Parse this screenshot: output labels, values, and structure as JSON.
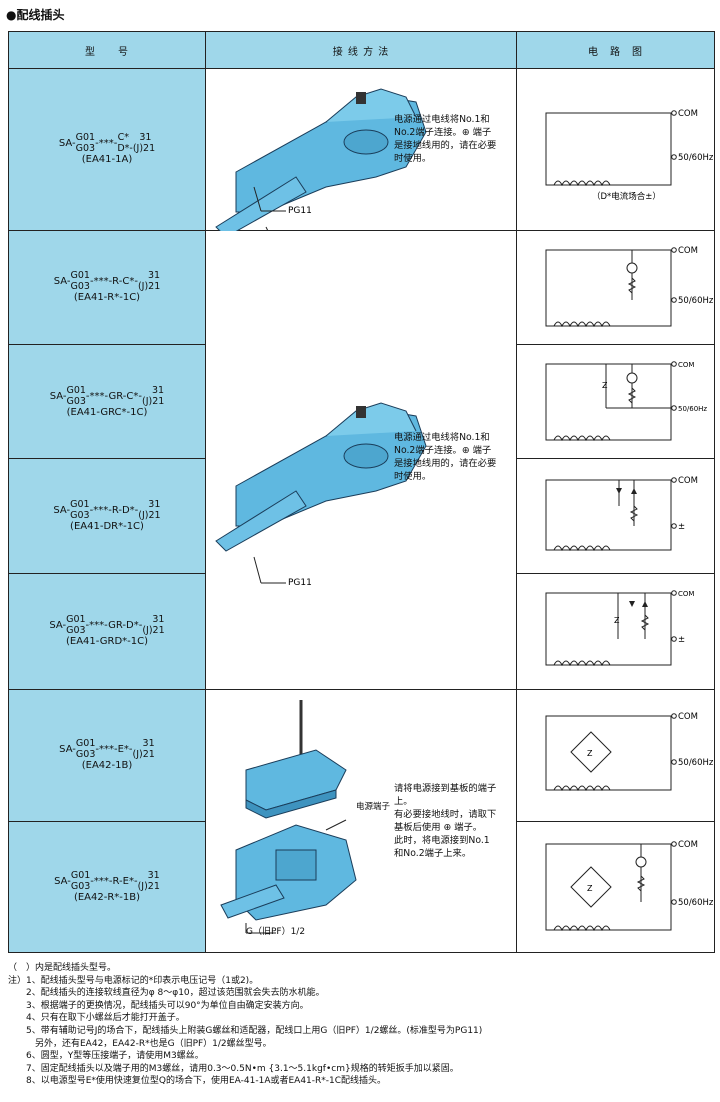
{
  "title": "●配线插头",
  "headers": {
    "model": "型　　号",
    "wiring": "接 线 方 法",
    "circuit": "电　路　图"
  },
  "rows": [
    {
      "prefix": "SA-",
      "top": "G01",
      "bottom": "G03",
      "mid": "-***-",
      "mtop": "C*",
      "mbot": "D*",
      "suffix_top": "31",
      "suffix_bot": "-(J)21",
      "code": "(EA41-1A)"
    },
    {
      "prefix": "SA-",
      "top": "G01",
      "bottom": "G03",
      "mid": "-***-R-C*-",
      "suffix_top": "31",
      "suffix_bot": "(J)21",
      "code": "(EA41-R*-1C)"
    },
    {
      "prefix": "SA-",
      "top": "G01",
      "bottom": "G03",
      "mid": "-***-GR-C*-",
      "suffix_top": "31",
      "suffix_bot": "(J)21",
      "code": "(EA41-GRC*-1C)"
    },
    {
      "prefix": "SA-",
      "top": "G01",
      "bottom": "G03",
      "mid": "-***-R-D*-",
      "suffix_top": "31",
      "suffix_bot": "(J)21",
      "code": "(EA41-DR*-1C)"
    },
    {
      "prefix": "SA-",
      "top": "G01",
      "bottom": "G03",
      "mid": "-***-GR-D*-",
      "suffix_top": "31",
      "suffix_bot": "(J)21",
      "code": "(EA41-GRD*-1C)"
    },
    {
      "prefix": "SA-",
      "top": "G01",
      "bottom": "G03",
      "mid": "-***-E*-",
      "suffix_top": "31",
      "suffix_bot": "(J)21",
      "code": "(EA42-1B)"
    },
    {
      "prefix": "SA-",
      "top": "G01",
      "bottom": "G03",
      "mid": "-***-R-E*-",
      "suffix_top": "31",
      "suffix_bot": "(J)21",
      "code": "(EA42-R*-1B)"
    }
  ],
  "wiring": {
    "text1": [
      "电源通过电线将No.1和",
      "No.2端子连接。⊕ 端子",
      "是接地线用的，请在必要",
      "时使用。"
    ],
    "text2": [
      "电源通过电线将No.1和",
      "No.2端子连接。⊕ 端子",
      "是接地线用的，请在必要",
      "时使用。"
    ],
    "text3": [
      "请将电源接到基板的端子",
      "上。",
      "有必要接地线时，请取下",
      "基板后使用 ⊕ 端子。",
      "此时，将电源接到No.1",
      "和No.2端子上来。"
    ],
    "pg11": "PG11",
    "pg11_b": "PG11",
    "terminal": "电源端子",
    "g_label": "G（旧PF）1/2"
  },
  "circuit": {
    "com": "COM",
    "hz": "50/60Hz",
    "dc_note": "（D*电流场合±）",
    "pm": "±"
  },
  "notes": [
    "（　）内是配线插头型号。",
    "注）1、配线插头型号与电源标记的*印表示电压记号（1或2)。",
    "　　2、配线插头的连接软线直径为φ 8～φ10，超过该范围就会失去防水机能。",
    "　　3、根据端子的更换情况，配线插头可以90°为单位自由确定安装方向。",
    "　　4、只有在取下小螺丝后才能打开盖子。",
    "　　5、带有辅助记号J的场合下，配线插头上附装G螺丝和适配器，配线口上用G（旧PF）1/2螺丝。(标准型号为PG11)",
    "　　　另外，还有EA42，EA42-R*也是G（旧PF）1/2螺丝型号。",
    "　　6、圆型，Y型等压接端子，请使用M3螺丝。",
    "　　7、固定配线插头以及端子用的M3螺丝，请用0.3～0.5N•m {3.1～5.1kgf•cm}规格的转矩扳手加以紧固。",
    "　　8、以电源型号E*使用快速复位型Q的场合下，使用EA-41-1A或者EA41-R*-1C配线插头。"
  ]
}
